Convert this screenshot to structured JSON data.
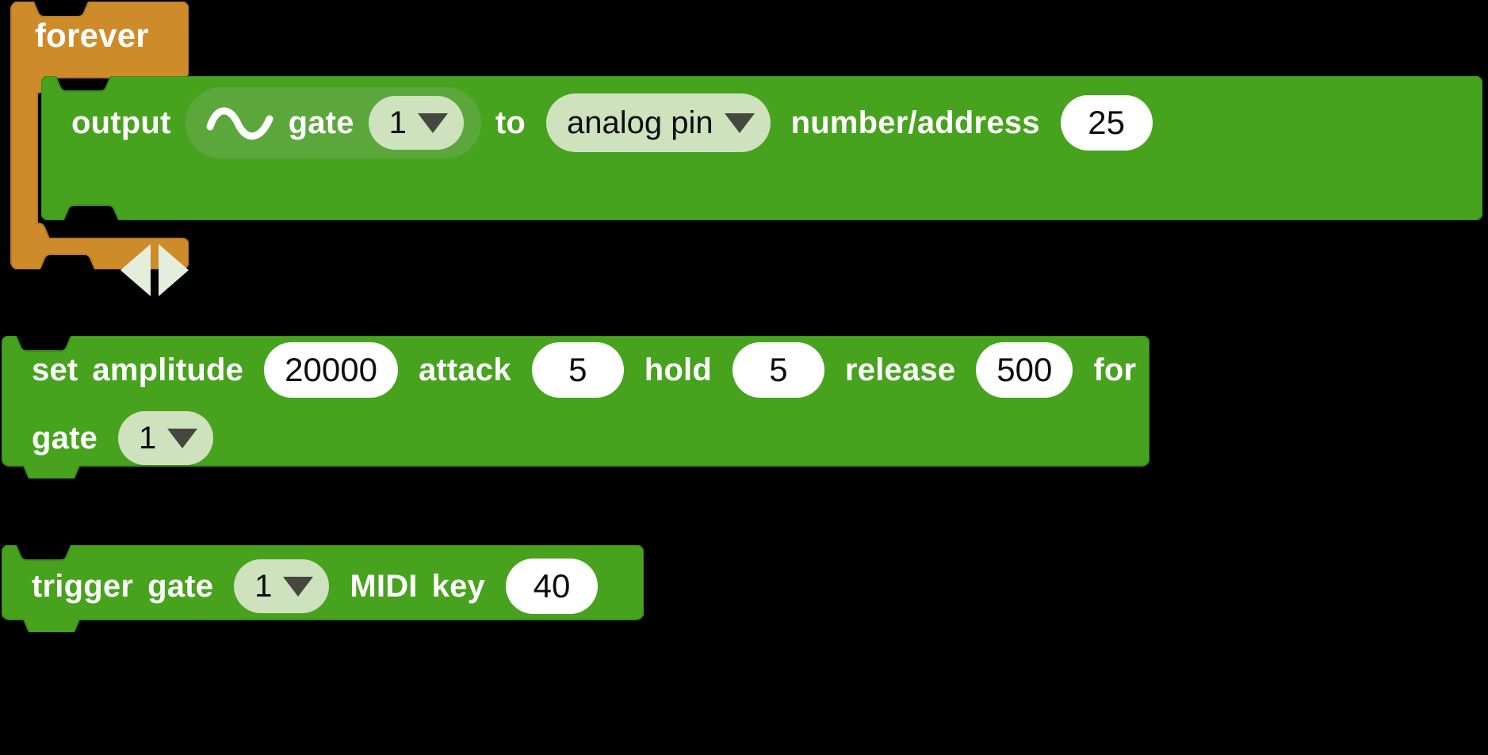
{
  "workspace": {
    "background_color": "#000000",
    "block_colors": {
      "control_orange": "#CE8B2A",
      "control_orange_dark": "#B87C24",
      "signal_green": "#47A21E",
      "signal_green_dark": "#3D8C19",
      "reporter_green": "#5CA73C",
      "field_pale_green": "#CFE2BE",
      "field_white": "#FFFFFF",
      "caret_dark": "#44483F",
      "arrow_pale": "#E3EEDC",
      "text_white": "#FFFFFF",
      "text_black": "#0D0D0D"
    }
  },
  "blocks": {
    "forever": {
      "label": "forever",
      "type": "control-loop"
    },
    "output": {
      "word_output": "output",
      "waveform_icon": "sine-wave-icon",
      "word_gate": "gate",
      "gate_value": "1",
      "word_to": "to",
      "target_value": "analog pin",
      "word_number_address": "number/address",
      "number_address_value": "25",
      "prev_arrow_icon": "triangle-left-icon",
      "next_arrow_icon": "triangle-right-icon"
    },
    "set_amplitude": {
      "word_set": "set",
      "word_amplitude": "amplitude",
      "amplitude_value": "20000",
      "word_attack": "attack",
      "attack_value": "5",
      "word_hold": "hold",
      "hold_value": "5",
      "word_release": "release",
      "release_value": "500",
      "word_for": "for",
      "word_gate": "gate",
      "gate_value": "1"
    },
    "trigger_gate": {
      "word_trigger": "trigger",
      "word_gate": "gate",
      "gate_value": "1",
      "word_midi": "MIDI",
      "word_key": "key",
      "key_value": "40"
    }
  }
}
